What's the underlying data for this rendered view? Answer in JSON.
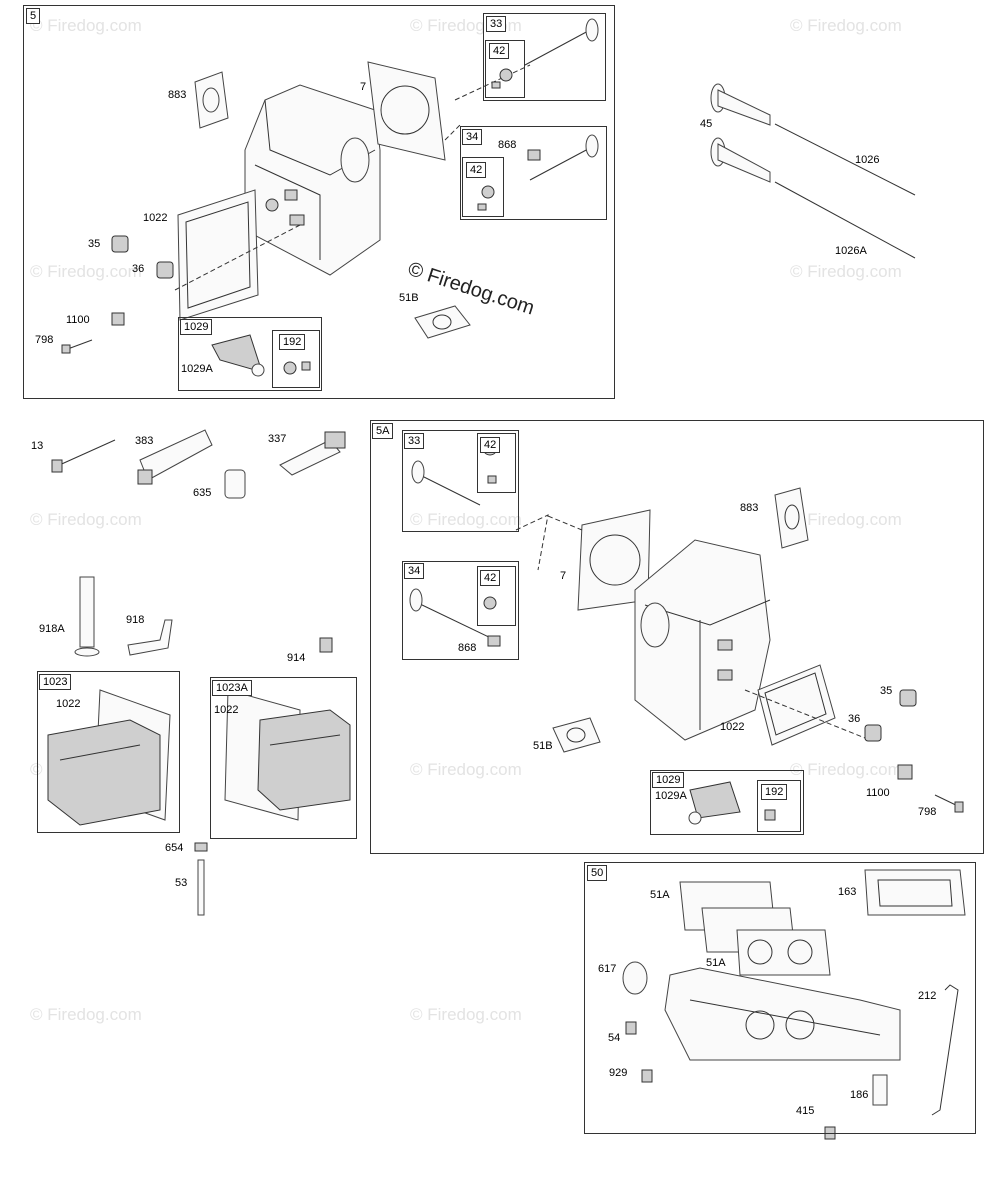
{
  "watermark": "© Firedog.com",
  "brand_watermark": "© Firedog.com",
  "groups": {
    "g5": "5",
    "g33": "33",
    "g42a": "42",
    "g34": "34",
    "g42b": "42",
    "g1029": "1029",
    "g192": "192",
    "g5A": "5A",
    "g33b": "33",
    "g42c": "42",
    "g34b": "34",
    "g42d": "42",
    "g1029b": "1029",
    "g192b": "192",
    "g1023": "1023",
    "g1023A": "1023A",
    "g50": "50"
  },
  "labels": {
    "p883": "883",
    "p7": "7",
    "p868": "868",
    "p1022": "1022",
    "p35": "35",
    "p36": "36",
    "p1100": "1100",
    "p798": "798",
    "p1029A": "1029A",
    "p51B": "51B",
    "p45": "45",
    "p1026": "1026",
    "p1026A": "1026A",
    "p13": "13",
    "p383": "383",
    "p337": "337",
    "p635": "635",
    "p918A": "918A",
    "p918": "918",
    "p914": "914",
    "p1022c": "1022",
    "p1022d": "1022",
    "p654": "654",
    "p53": "53",
    "p883b": "883",
    "p7b": "7",
    "p868b": "868",
    "p51Bb": "51B",
    "p1022b": "1022",
    "p35b": "35",
    "p36b": "36",
    "p1100b": "1100",
    "p798b": "798",
    "p1029Ab": "1029A",
    "p51A": "51A",
    "p51Ab": "51A",
    "p163": "163",
    "p617": "617",
    "p212": "212",
    "p54": "54",
    "p929": "929",
    "p186": "186",
    "p415": "415"
  }
}
